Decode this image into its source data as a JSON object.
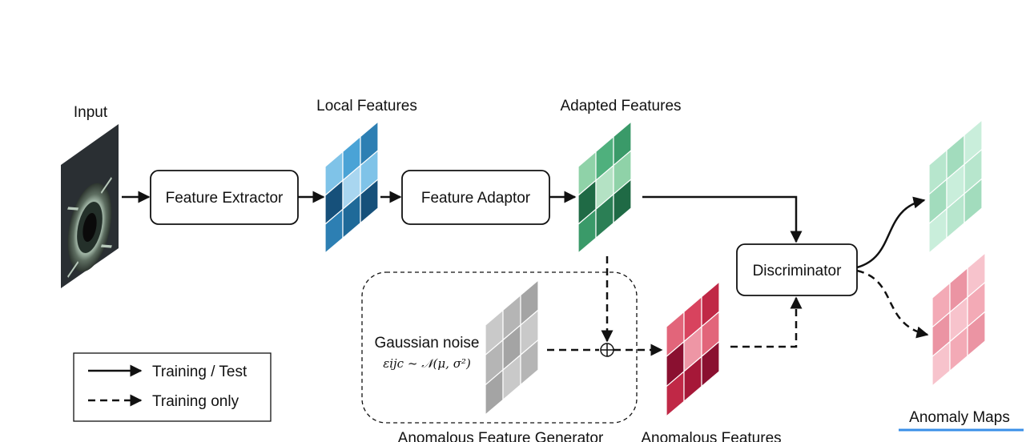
{
  "labels": {
    "input": "Input",
    "local_features": "Local Features",
    "adapted_features": "Adapted Features",
    "anomaly_maps": "Anomaly Maps",
    "anomalous_feature_generator": "Anomalous Feature Generator",
    "anomalous_features": "Anomalous Features",
    "gaussian_noise": "Gaussian noise",
    "noise_formula": "εijc ~ 𝒩(μ, σ²)"
  },
  "boxes": {
    "feature_extractor": "Feature Extractor",
    "feature_adaptor": "Feature Adaptor",
    "discriminator": "Discriminator"
  },
  "legend": {
    "solid": "Training / Test",
    "dashed": "Training only"
  },
  "colors": {
    "local_features": [
      "#7fc3e8",
      "#4aa3d6",
      "#2d7fb3",
      "#1f6a99",
      "#16507a",
      "#a9d6f0"
    ],
    "adapted_features": [
      "#8fd2a8",
      "#4fb07d",
      "#3a9a69",
      "#2b7f55",
      "#1f6a45",
      "#b4e2c4"
    ],
    "anomalous_features": [
      "#e2657a",
      "#d8435e",
      "#c02846",
      "#a61838",
      "#8a1030",
      "#ee96a5"
    ],
    "noise": [
      "#c9c9c9",
      "#b5b5b5",
      "#a4a4a4"
    ],
    "map_normal": [
      "#b7e6cd",
      "#a2dcbd",
      "#c9eedb"
    ],
    "map_anomalous": [
      "#f3aab6",
      "#eb94a3",
      "#f7c3cc"
    ],
    "legend_underline": "#3a8fe8"
  }
}
